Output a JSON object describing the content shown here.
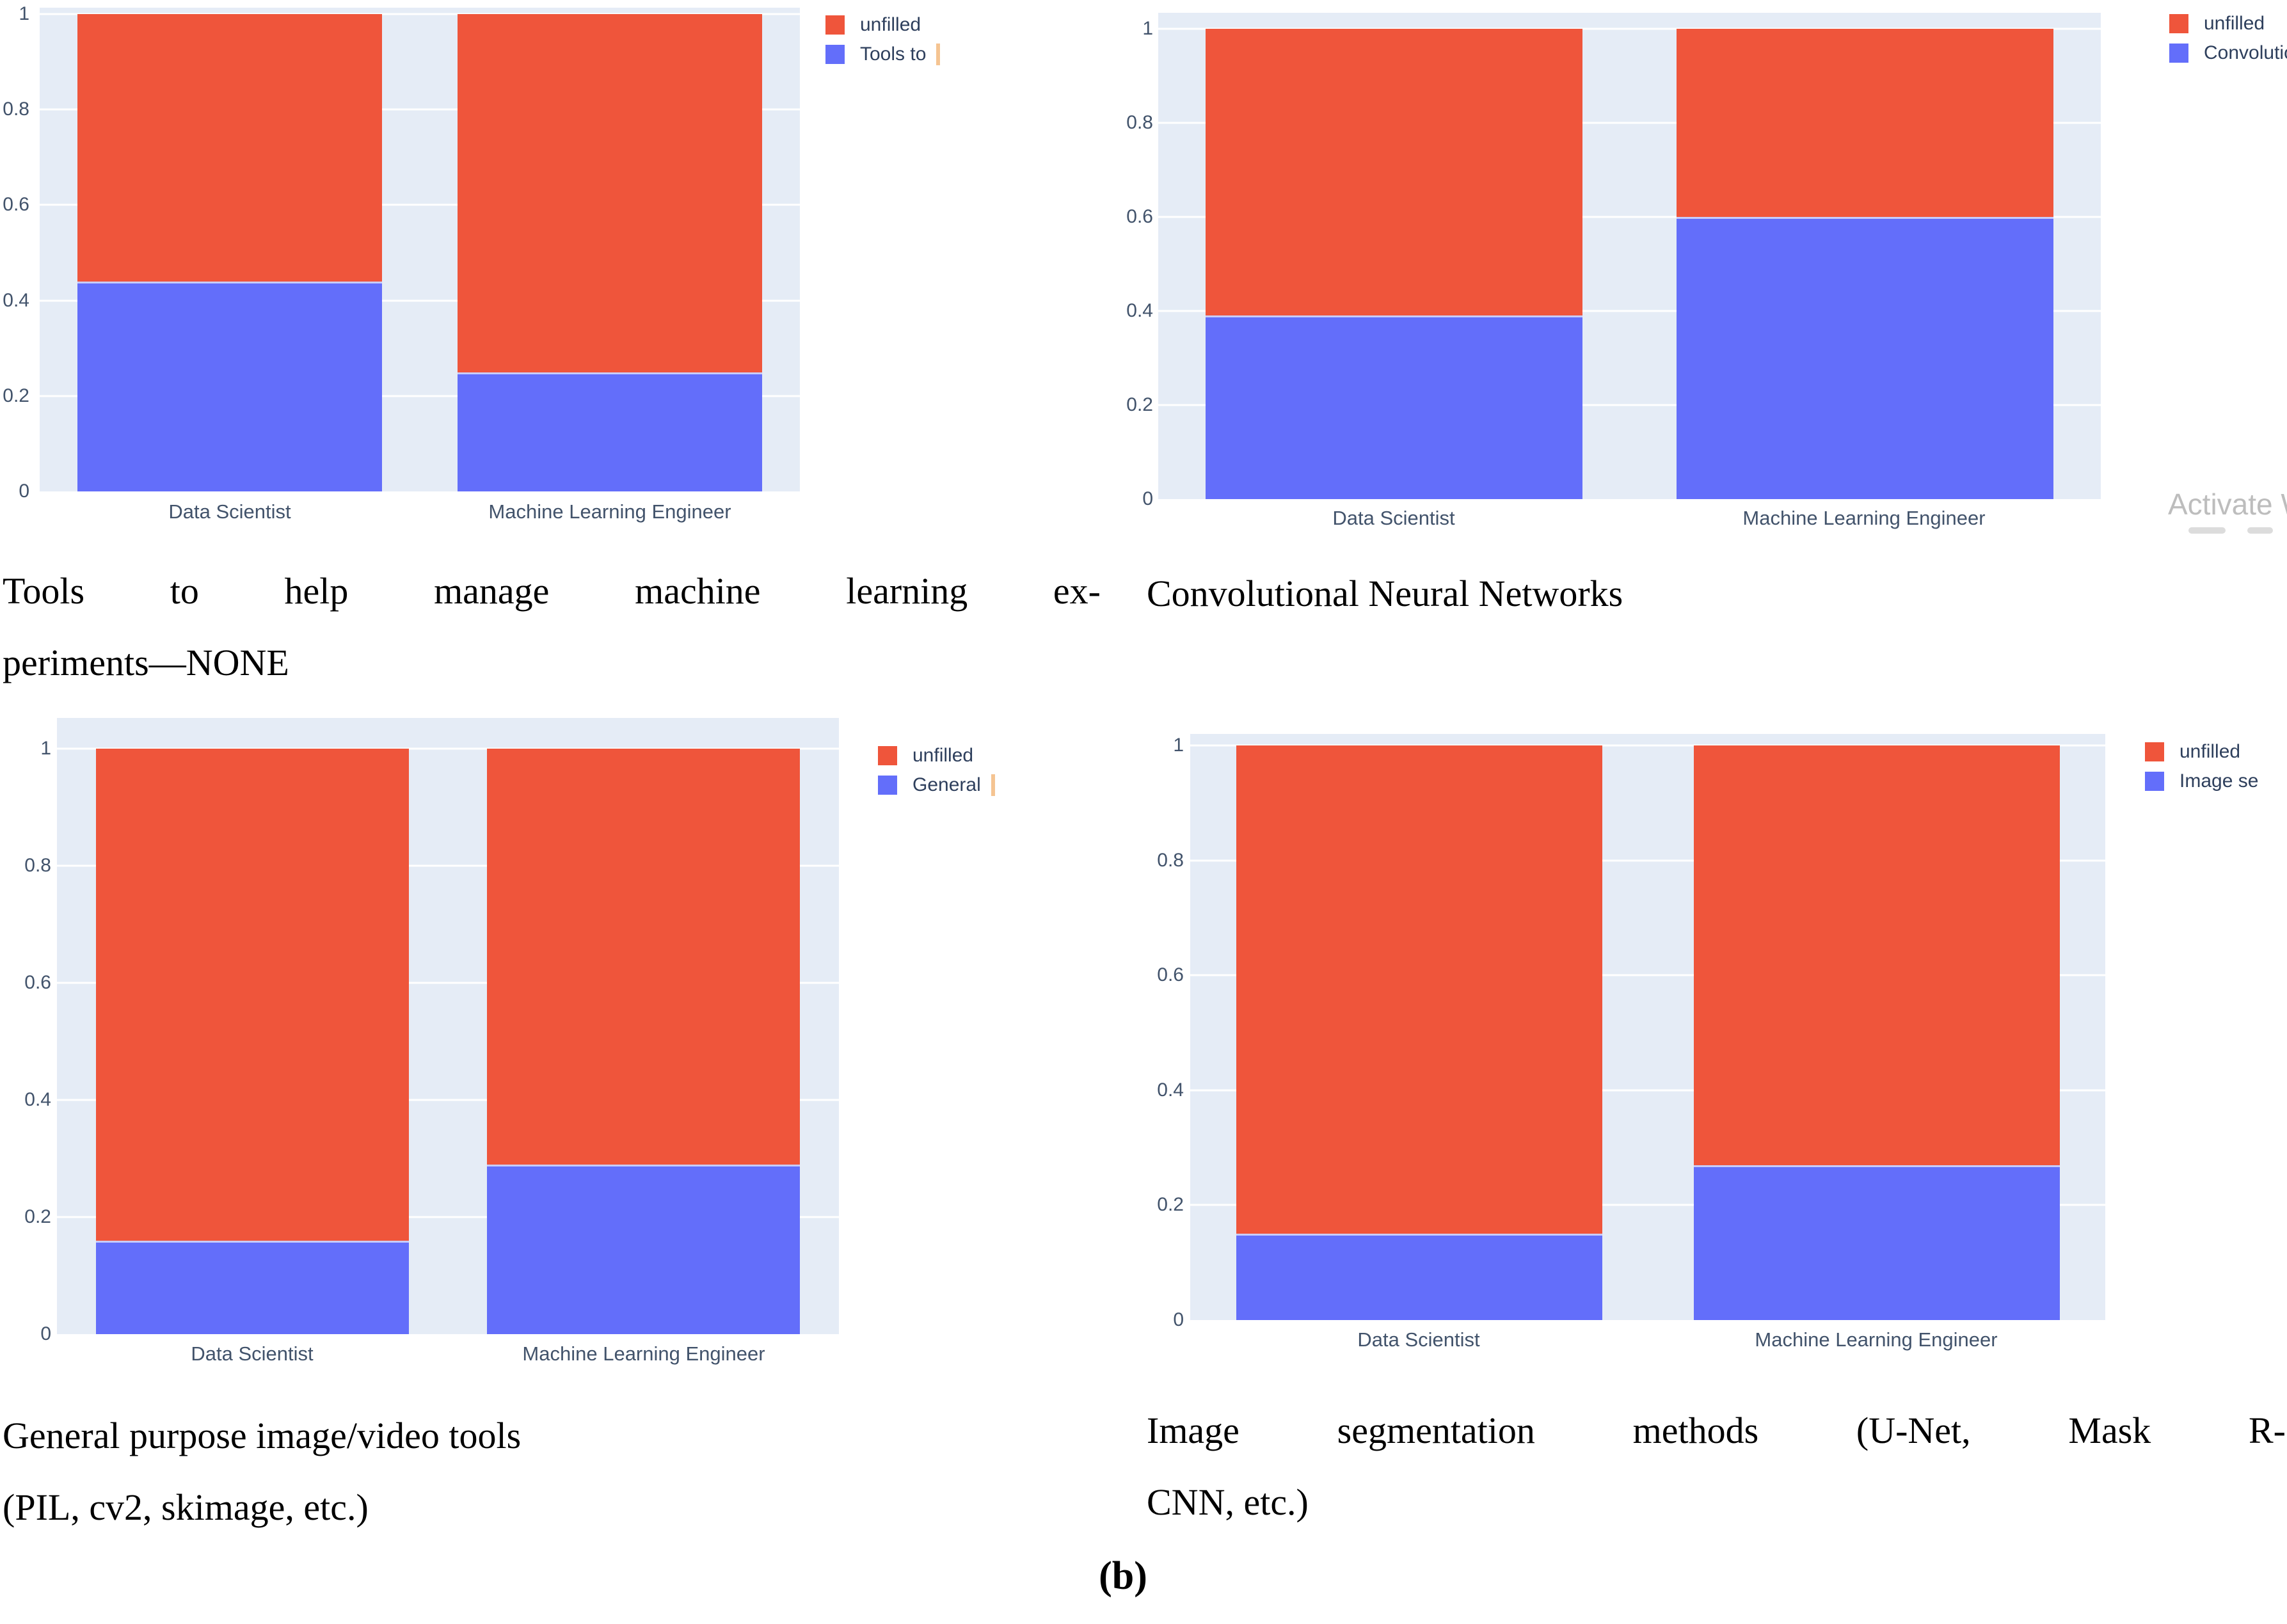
{
  "figure_label": "(b)",
  "colors": {
    "red": "#EF553B",
    "blue": "#636EFA",
    "plot_bg": "#E5ECF6",
    "grid": "#FFFFFF",
    "axis_text": "#42536B",
    "legend_text": "#2E3F5C",
    "watermark_text": "#BDBDBD"
  },
  "watermark": {
    "line1": "Activate W"
  },
  "chart_data": [
    {
      "type": "bar",
      "stacked": true,
      "categories": [
        "Data Scientist",
        "Machine Learning Engineer"
      ],
      "series": [
        {
          "name": "unfilled",
          "color": "#EF553B",
          "values": [
            0.56,
            0.75
          ]
        },
        {
          "name": "Tools to",
          "name_truncated": true,
          "color": "#636EFA",
          "values": [
            0.44,
            0.25
          ]
        }
      ],
      "ylim": [
        0,
        1
      ],
      "yticks": [
        "1",
        "0.8",
        "0.6",
        "0.4",
        "0.2",
        "0"
      ],
      "legend_position": "top-right",
      "caption_lines": [
        "Tools to help manage machine learning ex-",
        "periments—NONE"
      ]
    },
    {
      "type": "bar",
      "stacked": true,
      "categories": [
        "Data Scientist",
        "Machine Learning Engineer"
      ],
      "series": [
        {
          "name": "unfilled",
          "color": "#EF553B",
          "values": [
            0.61,
            0.4
          ]
        },
        {
          "name": "Convolutional",
          "name_truncated": true,
          "color": "#636EFA",
          "values": [
            0.39,
            0.6
          ]
        }
      ],
      "ylim": [
        0,
        1
      ],
      "yticks": [
        "1",
        "0.8",
        "0.6",
        "0.4",
        "0.2",
        "0"
      ],
      "legend_position": "top-right",
      "caption_lines": [
        "Convolutional Neural Networks"
      ]
    },
    {
      "type": "bar",
      "stacked": true,
      "categories": [
        "Data Scientist",
        "Machine Learning Engineer"
      ],
      "series": [
        {
          "name": "unfilled",
          "color": "#EF553B",
          "values": [
            0.84,
            0.71
          ]
        },
        {
          "name": "General",
          "name_truncated": true,
          "color": "#636EFA",
          "values": [
            0.16,
            0.29
          ]
        }
      ],
      "ylim": [
        0,
        1
      ],
      "yticks": [
        "1",
        "0.8",
        "0.6",
        "0.4",
        "0.2",
        "0"
      ],
      "legend_position": "top-right",
      "caption_lines": [
        "General purpose image/video tools",
        "(PIL, cv2, skimage, etc.)"
      ]
    },
    {
      "type": "bar",
      "stacked": true,
      "categories": [
        "Data Scientist",
        "Machine Learning Engineer"
      ],
      "series": [
        {
          "name": "unfilled",
          "color": "#EF553B",
          "values": [
            0.85,
            0.73
          ]
        },
        {
          "name": "Image se",
          "name_truncated": true,
          "color": "#636EFA",
          "values": [
            0.15,
            0.27
          ]
        }
      ],
      "ylim": [
        0,
        1
      ],
      "yticks": [
        "1",
        "0.8",
        "0.6",
        "0.4",
        "0.2",
        "0"
      ],
      "legend_position": "top-right",
      "caption_lines": [
        "Image segmentation methods (U-Net, Mask R-",
        "CNN, etc.)"
      ]
    }
  ]
}
